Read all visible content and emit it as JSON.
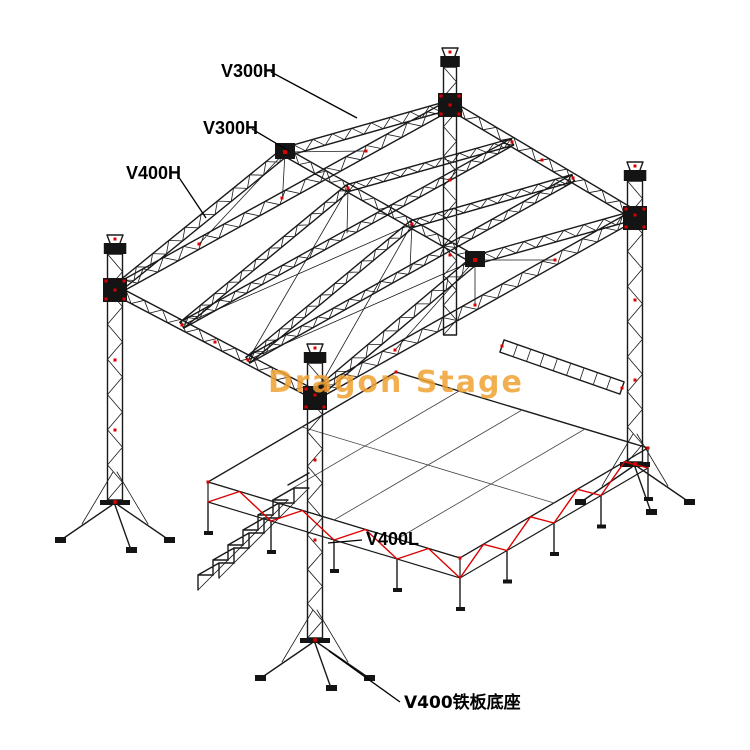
{
  "diagram": {
    "watermark": "Dragon Stage",
    "labels": [
      {
        "id": "v300h-top",
        "text": "V300H"
      },
      {
        "id": "v300h-mid",
        "text": "V300H"
      },
      {
        "id": "v400h",
        "text": "V400H"
      },
      {
        "id": "v400l",
        "text": "V400L"
      },
      {
        "id": "v400-base",
        "text": "V400铁板底座"
      }
    ],
    "colors": {
      "background": "#ffffff",
      "line": "#1a1a1a",
      "accent": "#dd0000",
      "watermark": "#f0a232",
      "deck": "#ffffff"
    }
  }
}
